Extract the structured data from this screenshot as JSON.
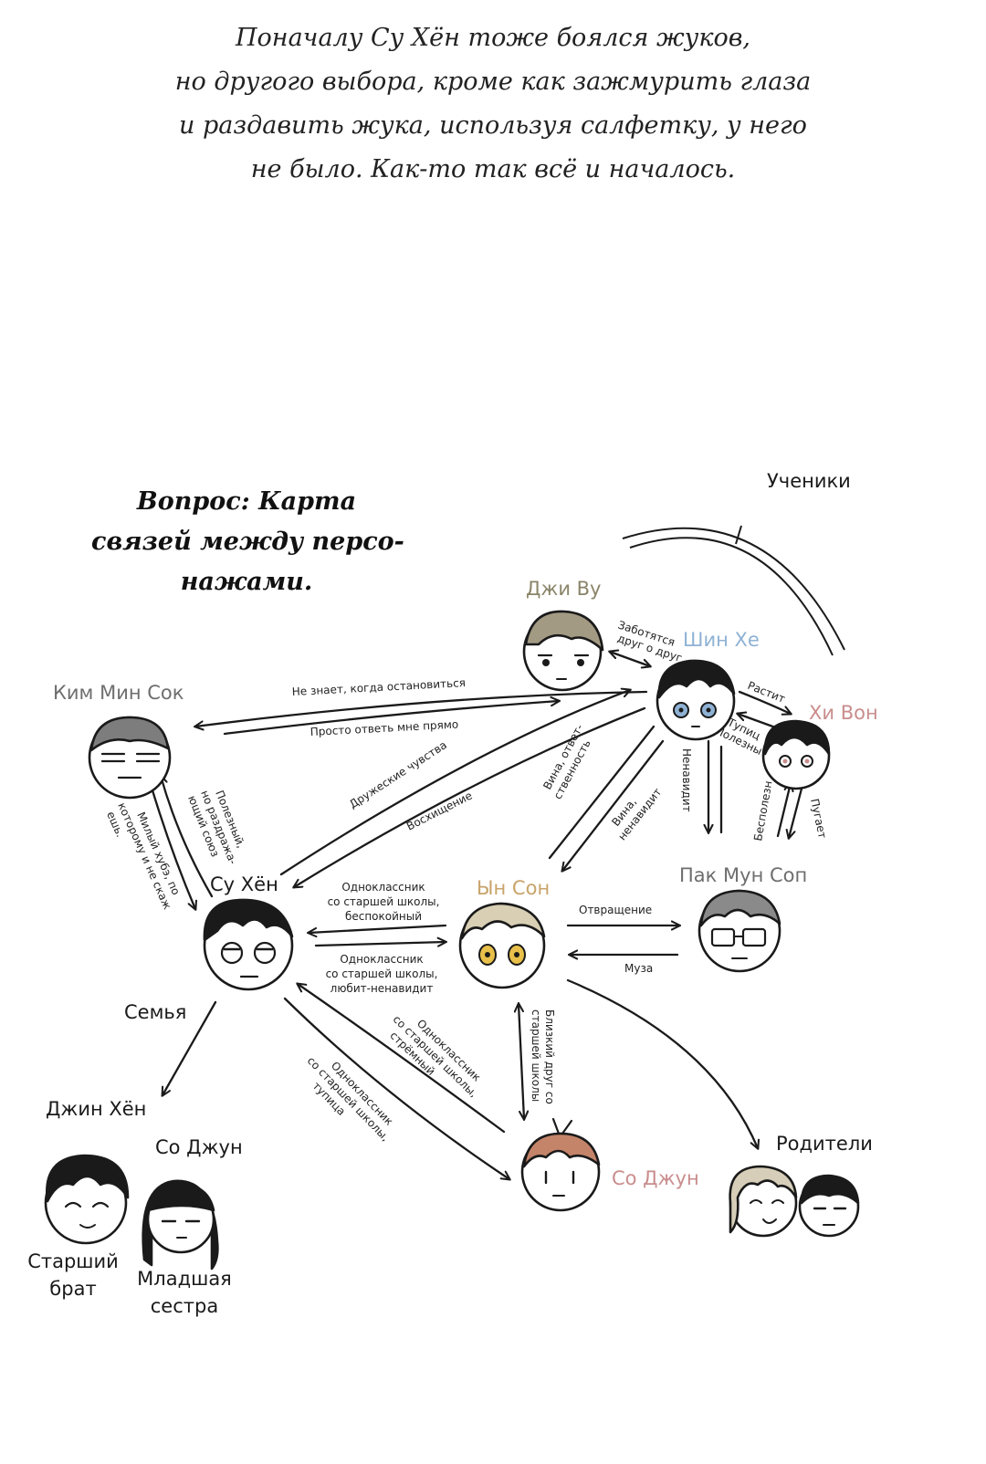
{
  "narration": {
    "lines": [
      "Поначалу Су Хён тоже боялся жуков,",
      "но другого выбора, кроме как зажмурить глаза",
      "и раздавить жука, используя салфетку, у него",
      "не было. Как-то так всё и началось."
    ]
  },
  "question": {
    "lines": [
      "Вопрос: Карта",
      "связей между персо-",
      "нажами."
    ]
  },
  "group_label": "Ученики",
  "colors": {
    "ink": "#1a1a1a",
    "gray_name": "#6e6e6e",
    "ji_woo": "#8a8468",
    "shin_hye": "#8fb2d4",
    "hee_won": "#c98d8d",
    "eun_son": "#c9a36a",
    "so_jun": "#c98d8d"
  },
  "characters": {
    "ji_woo": "Джи Ву",
    "shin_hye": "Шин Хе",
    "hee_won": "Хи Вон",
    "kim_min_sok": "Ким Мин Сок",
    "su_hyon": "Су Хён",
    "eun_son": "Ын Сон",
    "pak_mun_sop": "Пак Мун Соп",
    "so_jun": "Со Джун",
    "parents": "Родители",
    "jin_hyon": "Джин Хён",
    "so_jun_sister": "Со Джун",
    "older_brother": [
      "Старший",
      "брат"
    ],
    "younger_sister": [
      "Младшая",
      "сестра"
    ]
  },
  "edges": {
    "care": [
      "Заботятся",
      "друг о друг"
    ],
    "raises": "Растит",
    "fool_useful": [
      "Тупиц",
      "Полезны"
    ],
    "hates": "Ненавидит",
    "useless": "Бесполезн",
    "scares": "Пугает",
    "dont_know_stop": "Не знает, когда остановиться",
    "just_answer": "Просто ответь мне прямо",
    "friendly": "Дружеские чувства",
    "admiration": "Восхищение",
    "guilt_resp": [
      "Вина, ответ-",
      "ственность"
    ],
    "guilt_hate": [
      "Вина,",
      "ненавидит"
    ],
    "useful_annoying": [
      "Полезный,",
      "но раздража-",
      "ющий союз"
    ],
    "cute_junior": [
      "Милый хубэ, по",
      "которому и не скаж",
      "ешь."
    ],
    "classmate_restless": [
      "Одноклассник",
      "со старшей школы,",
      "беспокойный"
    ],
    "classmate_lovehate": [
      "Одноклассник",
      "со старшей школы,",
      "любит-ненавидит"
    ],
    "disgust": "Отвращение",
    "muse": "Муза",
    "close_friend": [
      "Близкий друг со",
      "старшей школы"
    ],
    "classmate_creepy": [
      "Одноклассник",
      "со старшей школы,",
      "стрёмный"
    ],
    "classmate_fool": [
      "Одноклассник",
      "со старшей школы,",
      "тупица"
    ],
    "family": "Семья"
  },
  "icons": [
    "face-ji-woo-icon",
    "face-shin-hye-icon",
    "face-hee-won-icon",
    "face-kim-min-sok-icon",
    "face-su-hyon-icon",
    "face-eun-son-icon",
    "face-pak-mun-sop-icon",
    "face-so-jun-icon",
    "face-parents-icon",
    "face-brother-icon",
    "face-sister-icon"
  ]
}
